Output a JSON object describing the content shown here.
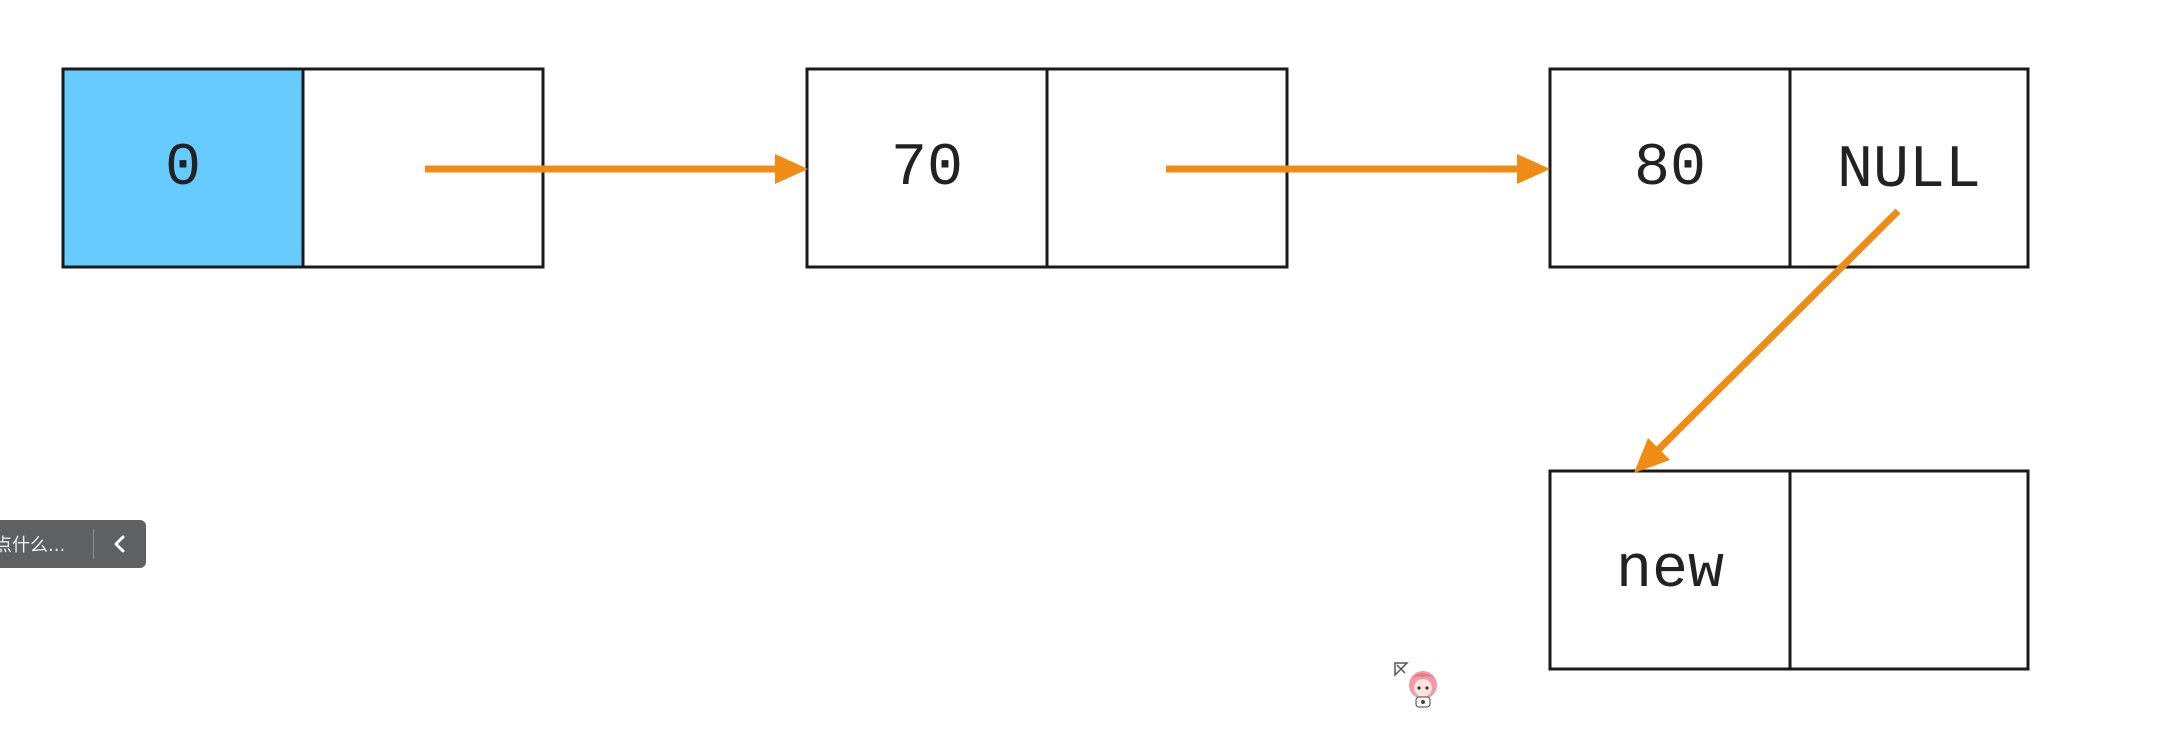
{
  "diagram": {
    "nodes": [
      {
        "id": "head",
        "value": "0",
        "next_label": "",
        "value_fill": "#66ccff"
      },
      {
        "id": "node-70",
        "value": "70",
        "next_label": ""
      },
      {
        "id": "node-80",
        "value": "80",
        "next_label": "NULL"
      },
      {
        "id": "node-new",
        "value": "new",
        "next_label": ""
      }
    ],
    "edges": [
      {
        "from": "head",
        "to": "node-70"
      },
      {
        "from": "node-70",
        "to": "node-80"
      },
      {
        "from": "node-80",
        "to": "node-new"
      }
    ],
    "colors": {
      "arrow": "#f08c14",
      "border": "#1a1a1a",
      "head_fill": "#66ccff"
    }
  },
  "toolbar": {
    "prompt_text": "点什么...",
    "collapse_icon": "chevron-left-icon"
  },
  "mascot": {
    "icon": "anime-girl-mascot-icon"
  }
}
